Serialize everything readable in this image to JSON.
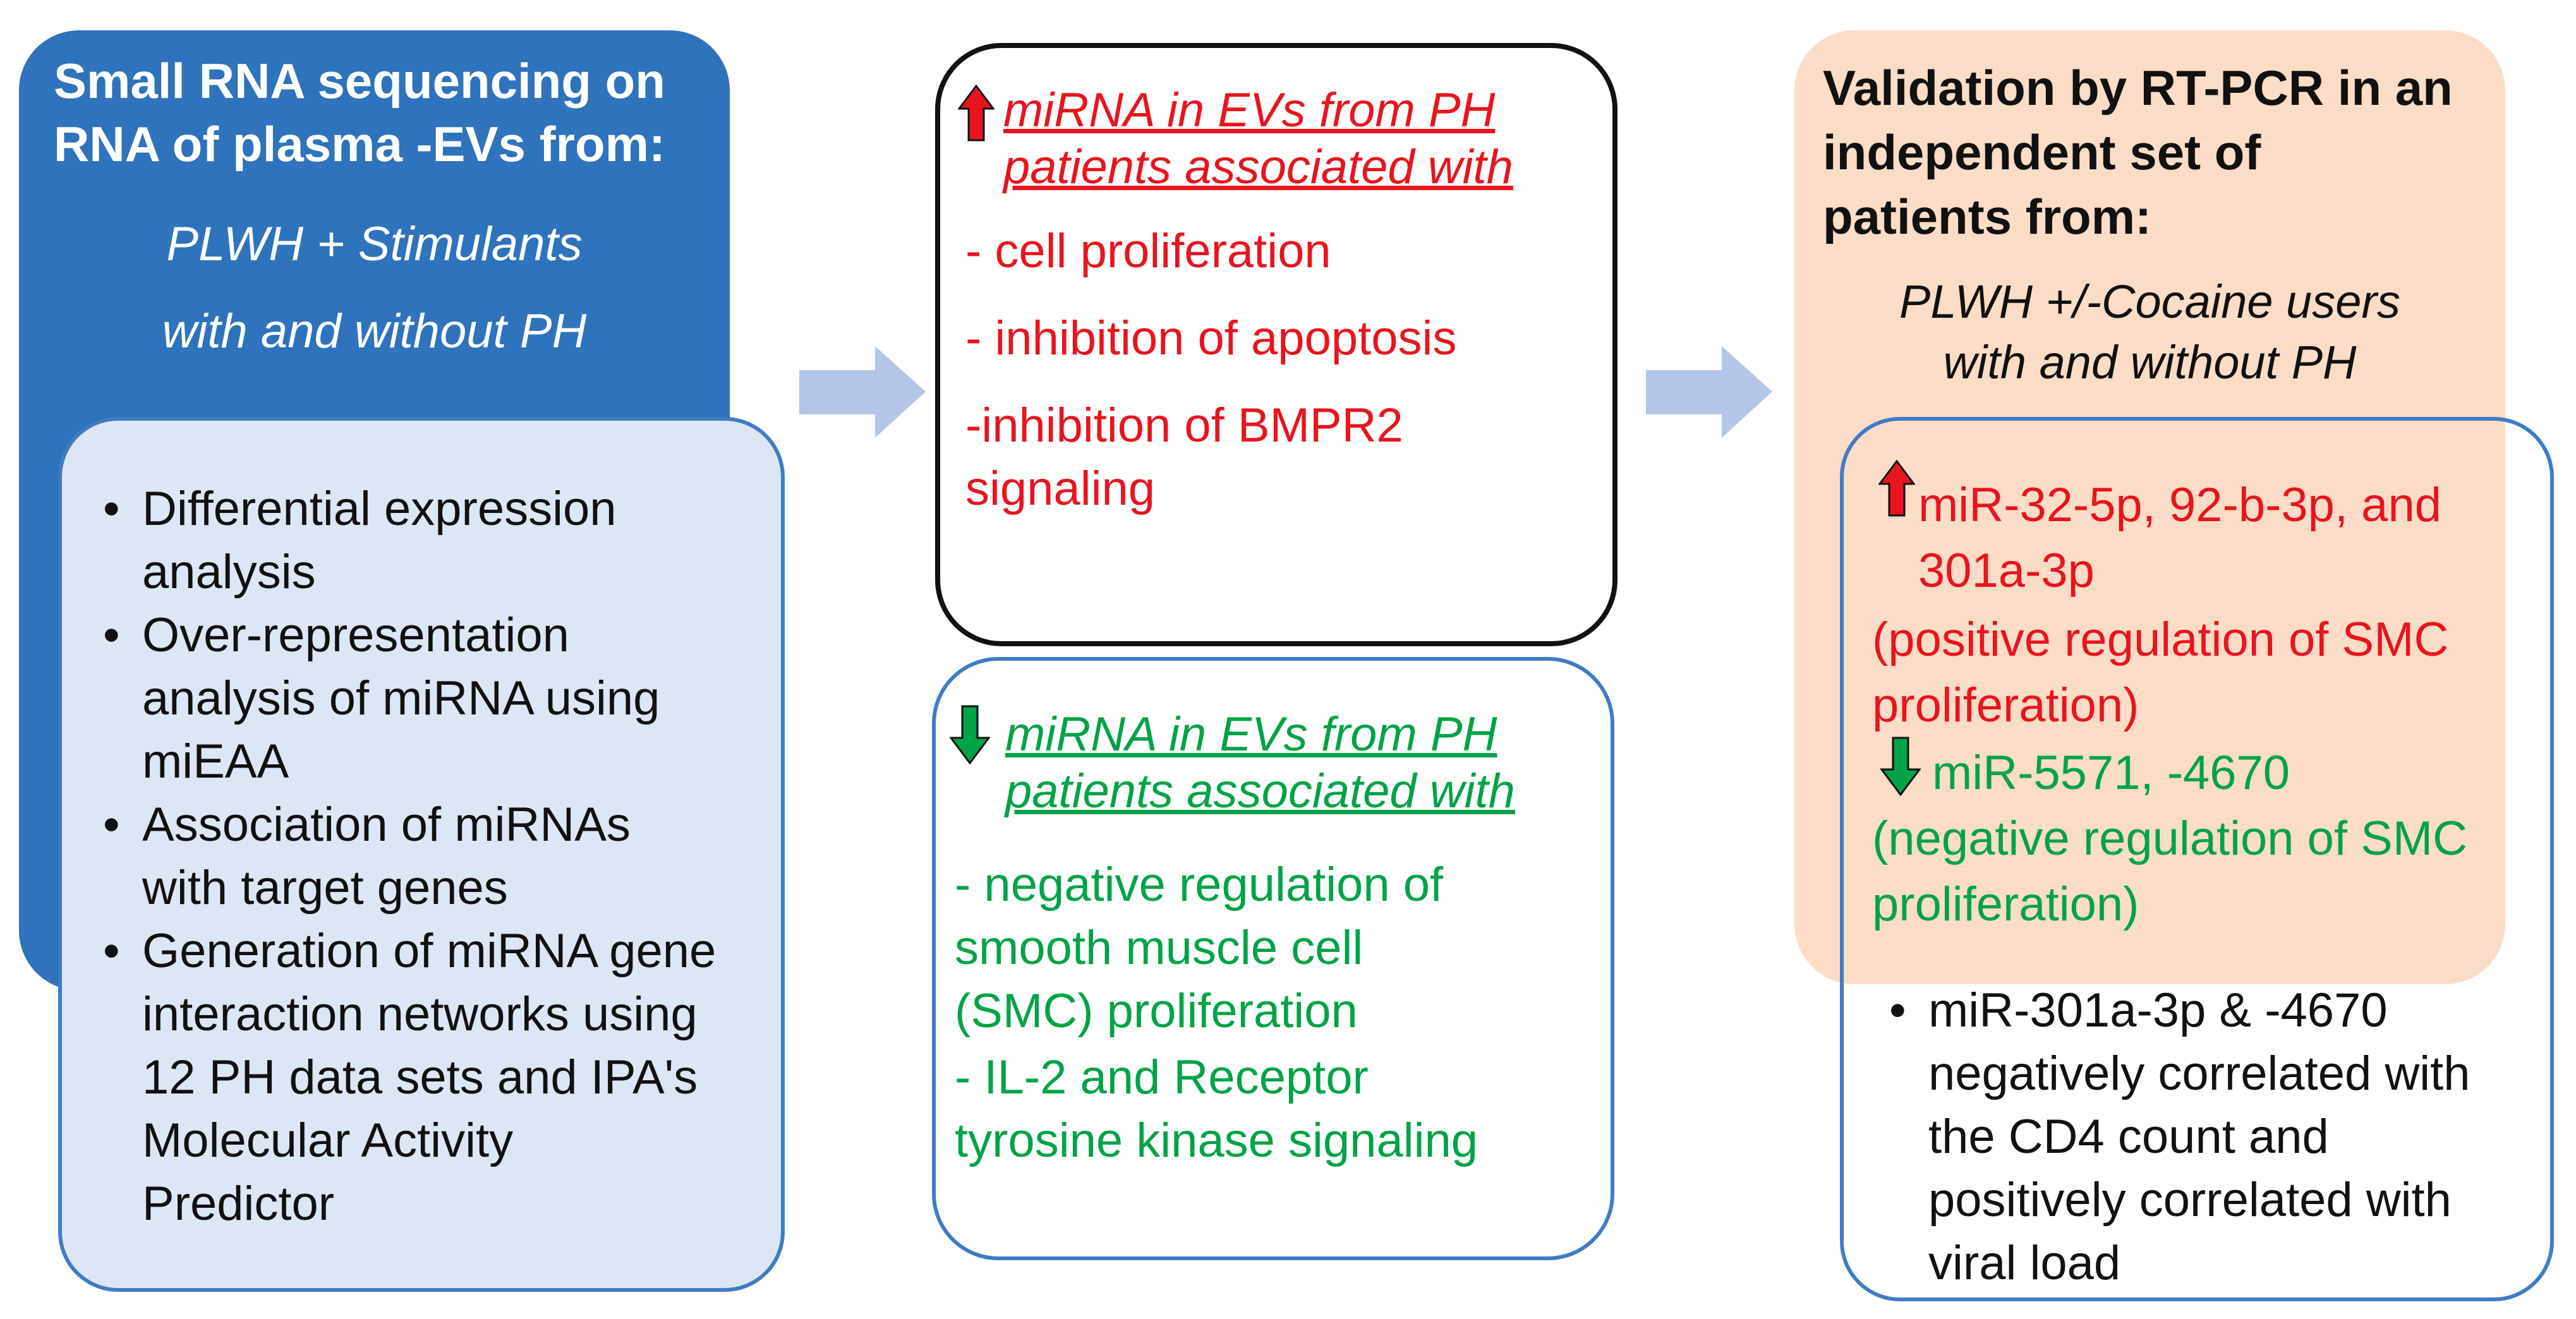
{
  "left": {
    "title": "Small RNA sequencing on\nRNA of plasma -EVs from:",
    "subtitle": "PLWH + Stimulants\nwith and without PH",
    "bullets": [
      "Differential expression\nanalysis",
      "Over-representation\nanalysis of miRNA using\nmiEAA",
      "Association of miRNAs\nwith target genes",
      "Generation of miRNA gene\ninteraction networks using\n12 PH data sets and IPA's\nMolecular Activity\nPredictor"
    ]
  },
  "middle_top": {
    "heading": "miRNA in EVs from PH\npatients associated with",
    "items": [
      "- cell proliferation",
      "- inhibition of apoptosis",
      "-inhibition of BMPR2\nsignaling"
    ]
  },
  "middle_bottom": {
    "heading": "miRNA in EVs from PH\npatients associated with",
    "items": [
      "- negative regulation of\n  smooth muscle cell\n  (SMC) proliferation",
      "- IL-2  and Receptor\n  tyrosine kinase  signaling"
    ]
  },
  "right": {
    "title": "Validation by RT-PCR in an\nindependent set of\npatients from:",
    "subtitle": "PLWH +/-Cocaine users\nwith and without PH",
    "up_mirnas": "miR-32-5p, 92-b-3p, and\n301a-3p",
    "up_effect": "(positive regulation of SMC\n   proliferation)",
    "down_mirnas": "miR-5571, -4670",
    "down_effect": "(negative regulation of SMC\nproliferation)",
    "correlation_note": "miR-301a-3p & -4670\nnegatively correlated with\nthe CD4 count and\npositively correlated with\nviral load"
  },
  "colors": {
    "left_panel": "#2e73bb",
    "list_panel": "#dde6f5",
    "box_border_blue": "#3f7cc4",
    "right_panel": "#fbdcc6",
    "up_red": "#e8141e",
    "down_green": "#00a347",
    "flow_arrow": "#b3c6e7"
  }
}
